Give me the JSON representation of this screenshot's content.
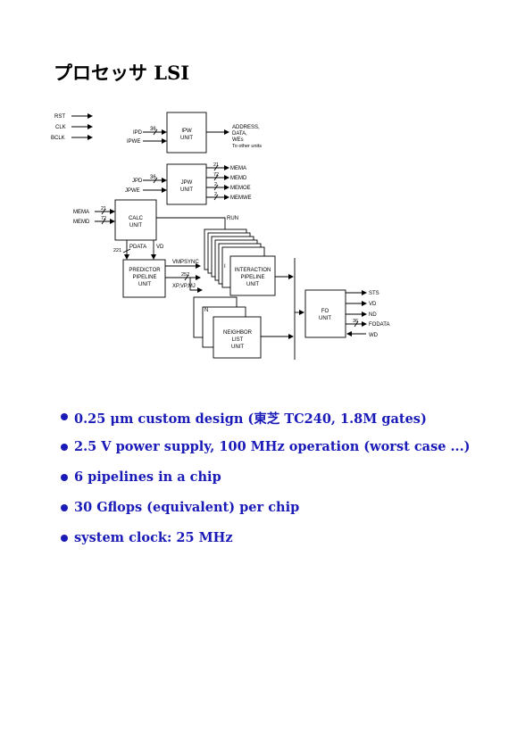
{
  "title": "プロセッサ LSI",
  "diagram": {
    "top_inputs": [
      "RST",
      "CLK",
      "BCLK"
    ],
    "ipw_top": {
      "label_line1": "IPW",
      "label_line2": "UNIT",
      "in1": "IPD",
      "in1_width": "36",
      "in2": "IPWE",
      "out_line1": "ADDRESS,",
      "out_line2": "DATA,",
      "out_line3": "WEs",
      "out_line4": "To other units"
    },
    "jpw": {
      "label_line1": "JPW",
      "label_line2": "UNIT",
      "in1": "JPD",
      "in1_width": "36",
      "in2": "JPWE",
      "outs": [
        "MEMA",
        "MEMD",
        "MEMOE",
        "MEMWE"
      ],
      "out_widths": [
        "21",
        "72",
        "2",
        "2"
      ]
    },
    "calc": {
      "label_line1": "CALC",
      "label_line2": "UNIT",
      "in1": "MEMA",
      "in1_width": "21",
      "in2": "MEMD",
      "in2_width": "72",
      "run": "RUN",
      "bus_width": "221",
      "pdata": "PDATA",
      "vd": "VD"
    },
    "predictor": {
      "label_line1": "PREDICTOR",
      "label_line2": "PIPELINE",
      "label_line3": "UNIT",
      "vmpsync": "VMPSYNC",
      "bus_width": "252",
      "bus": "XP,VP,MJ"
    },
    "interaction": {
      "label_line1": "INTERACTION",
      "label_line2": "PIPELINE",
      "label_line3": "UNIT",
      "back_partial": "I"
    },
    "neighbor": {
      "label_line1": "NEIGHBOR",
      "label_line2": "LIST",
      "label_line3": "UNIT",
      "back_partial": "N"
    },
    "fo": {
      "label_line1": "FO",
      "label_line2": "UNIT",
      "outs": [
        "STS",
        "VD",
        "ND",
        "FODATA",
        "WD"
      ],
      "fodata_width": "36"
    }
  },
  "bullets": [
    "0.25 μm custom design (東芝 TC240, 1.8M gates)",
    "2.5 V power supply, 100 MHz operation (worst case ...)",
    "6 pipelines in a chip",
    "30 Gflops (equivalent) per chip",
    "system clock: 25 MHz"
  ],
  "colors": {
    "accent": "#1a1ab8",
    "ink": "#000000"
  }
}
